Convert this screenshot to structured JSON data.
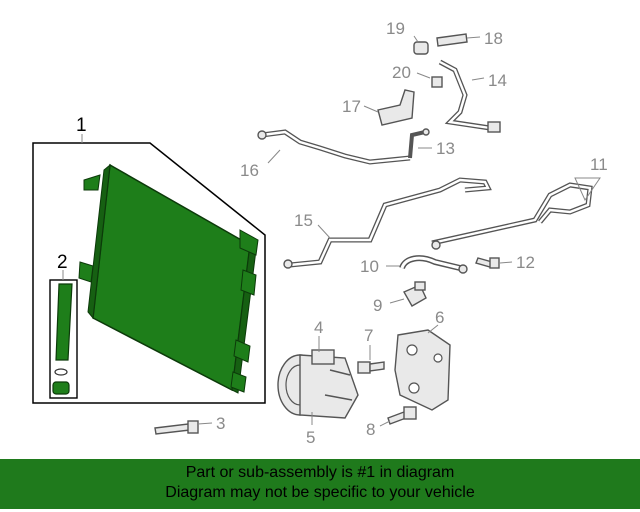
{
  "callouts": {
    "c1": "1",
    "c2": "2",
    "c3": "3",
    "c4": "4",
    "c5": "5",
    "c6": "6",
    "c7": "7",
    "c8": "8",
    "c9": "9",
    "c10": "10",
    "c11": "11",
    "c12": "12",
    "c13": "13",
    "c14": "14",
    "c15": "15",
    "c16": "16",
    "c17": "17",
    "c18": "18",
    "c19": "19",
    "c20": "20"
  },
  "banner": {
    "line1": "Part or sub-assembly is #1 in diagram",
    "line2": "Diagram may not be specific to your vehicle"
  },
  "colors": {
    "highlight": "#1f7a1c",
    "condenser": "#1e7e1a",
    "callout_grey": "#8a8a8a"
  }
}
